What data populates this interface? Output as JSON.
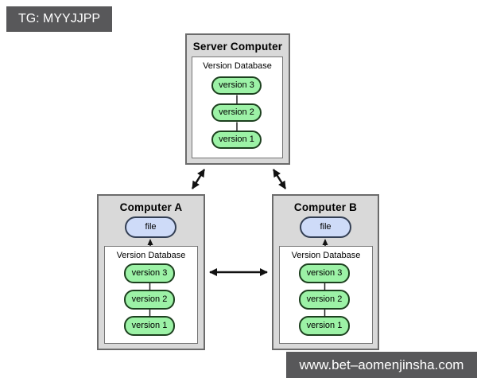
{
  "watermarks": {
    "tg_badge": "TG: MYYJJPP",
    "site_badge": "www.bet–aomenjinsha.com"
  },
  "diagram": {
    "server": {
      "title": "Server Computer",
      "db_label": "Version Database",
      "versions": [
        "version 3",
        "version 2",
        "version 1"
      ]
    },
    "computer_a": {
      "title": "Computer A",
      "file_label": "file",
      "db_label": "Version Database",
      "versions": [
        "version 3",
        "version 2",
        "version 1"
      ]
    },
    "computer_b": {
      "title": "Computer B",
      "file_label": "file",
      "db_label": "Version Database",
      "versions": [
        "version 3",
        "version 2",
        "version 1"
      ]
    }
  },
  "colors": {
    "bg": "#ffffff",
    "text": "#000000",
    "badge_bg": "#58585a",
    "badge_text": "#ffffff",
    "box_fill": "#d9d9d9",
    "box_border": "#6b6b6b",
    "inner_fill": "#ffffff",
    "inner_border": "#757575",
    "green_fill": "#9cf2a6",
    "green_border": "#1d401f",
    "blue_fill": "#cedbf8",
    "blue_border": "#333f54",
    "arrow": "#111111"
  }
}
